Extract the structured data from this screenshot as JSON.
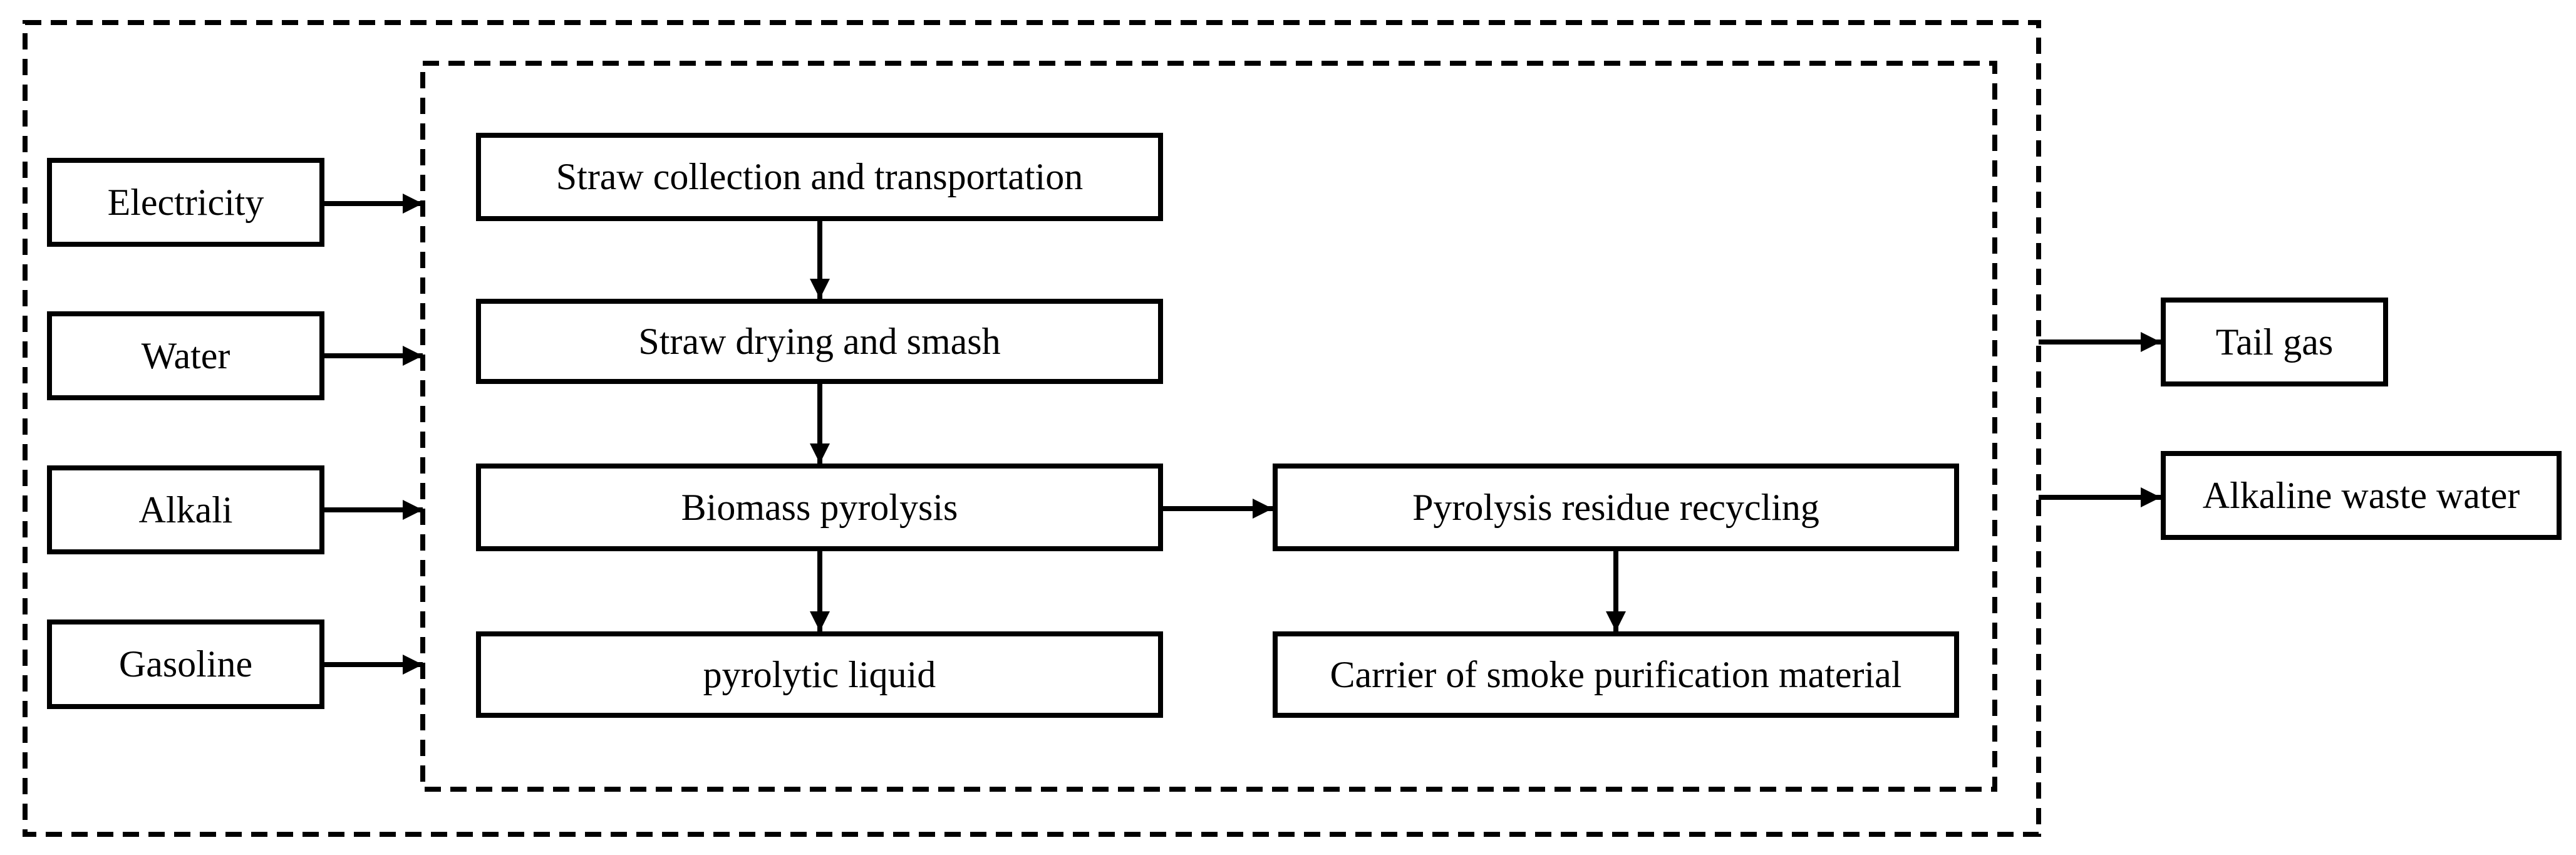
{
  "flowchart": {
    "nodes": {
      "electricity": {
        "label": "Electricity"
      },
      "water": {
        "label": "Water"
      },
      "alkali": {
        "label": "Alkali"
      },
      "gasoline": {
        "label": "Gasoline"
      },
      "straw_collection": {
        "label": "Straw collection and transportation"
      },
      "straw_drying": {
        "label": "Straw drying and smash"
      },
      "biomass_pyrolysis": {
        "label": "Biomass pyrolysis"
      },
      "pyrolytic_liquid": {
        "label": "pyrolytic liquid"
      },
      "residue_recycling": {
        "label": "Pyrolysis residue recycling"
      },
      "smoke_carrier": {
        "label": "Carrier of smoke purification material"
      },
      "tail_gas": {
        "label": "Tail gas"
      },
      "alkaline_waste_water": {
        "label": "Alkaline waste water"
      }
    },
    "edges": [
      {
        "from": "electricity",
        "to": "inner-boundary"
      },
      {
        "from": "water",
        "to": "inner-boundary"
      },
      {
        "from": "alkali",
        "to": "inner-boundary"
      },
      {
        "from": "gasoline",
        "to": "inner-boundary"
      },
      {
        "from": "straw_collection",
        "to": "straw_drying"
      },
      {
        "from": "straw_drying",
        "to": "biomass_pyrolysis"
      },
      {
        "from": "biomass_pyrolysis",
        "to": "pyrolytic_liquid"
      },
      {
        "from": "biomass_pyrolysis",
        "to": "residue_recycling"
      },
      {
        "from": "residue_recycling",
        "to": "smoke_carrier"
      },
      {
        "from": "outer-boundary",
        "to": "tail_gas"
      },
      {
        "from": "outer-boundary",
        "to": "alkaline_waste_water"
      }
    ],
    "colors": {
      "line": "#000000",
      "background": "#ffffff",
      "text": "#000000"
    }
  }
}
